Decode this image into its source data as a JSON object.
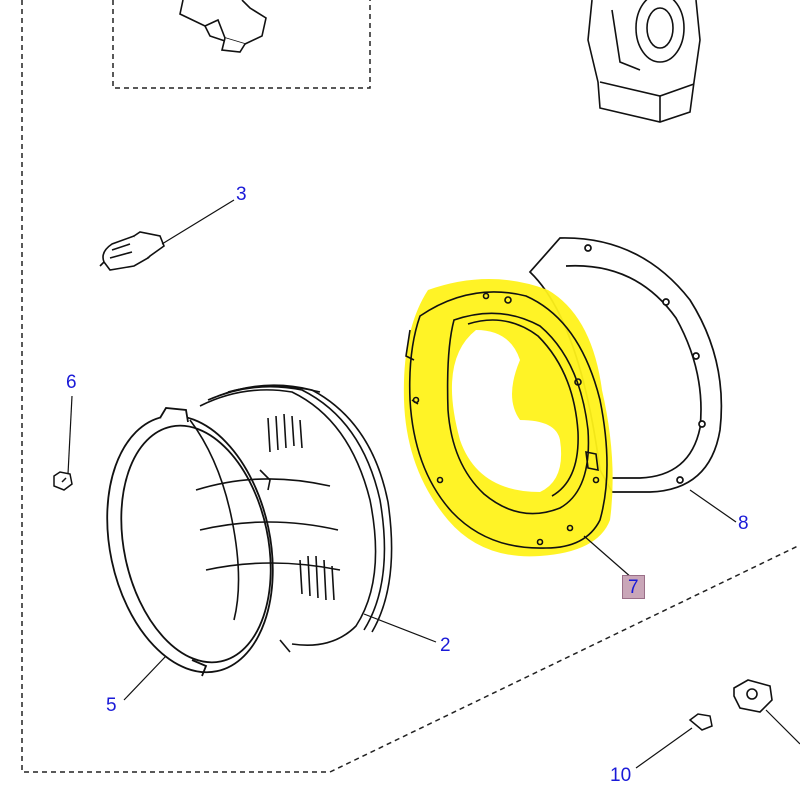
{
  "callouts": {
    "c2": "2",
    "c3": "3",
    "c5": "5",
    "c6": "6",
    "c7": "7",
    "c8": "8",
    "c10": "10"
  },
  "colors": {
    "line": "#111111",
    "callout_text": "#1a1ad8",
    "highlight_fill": "#fff21a",
    "label_box": "#c9a6b8"
  },
  "highlighted_part": "7"
}
